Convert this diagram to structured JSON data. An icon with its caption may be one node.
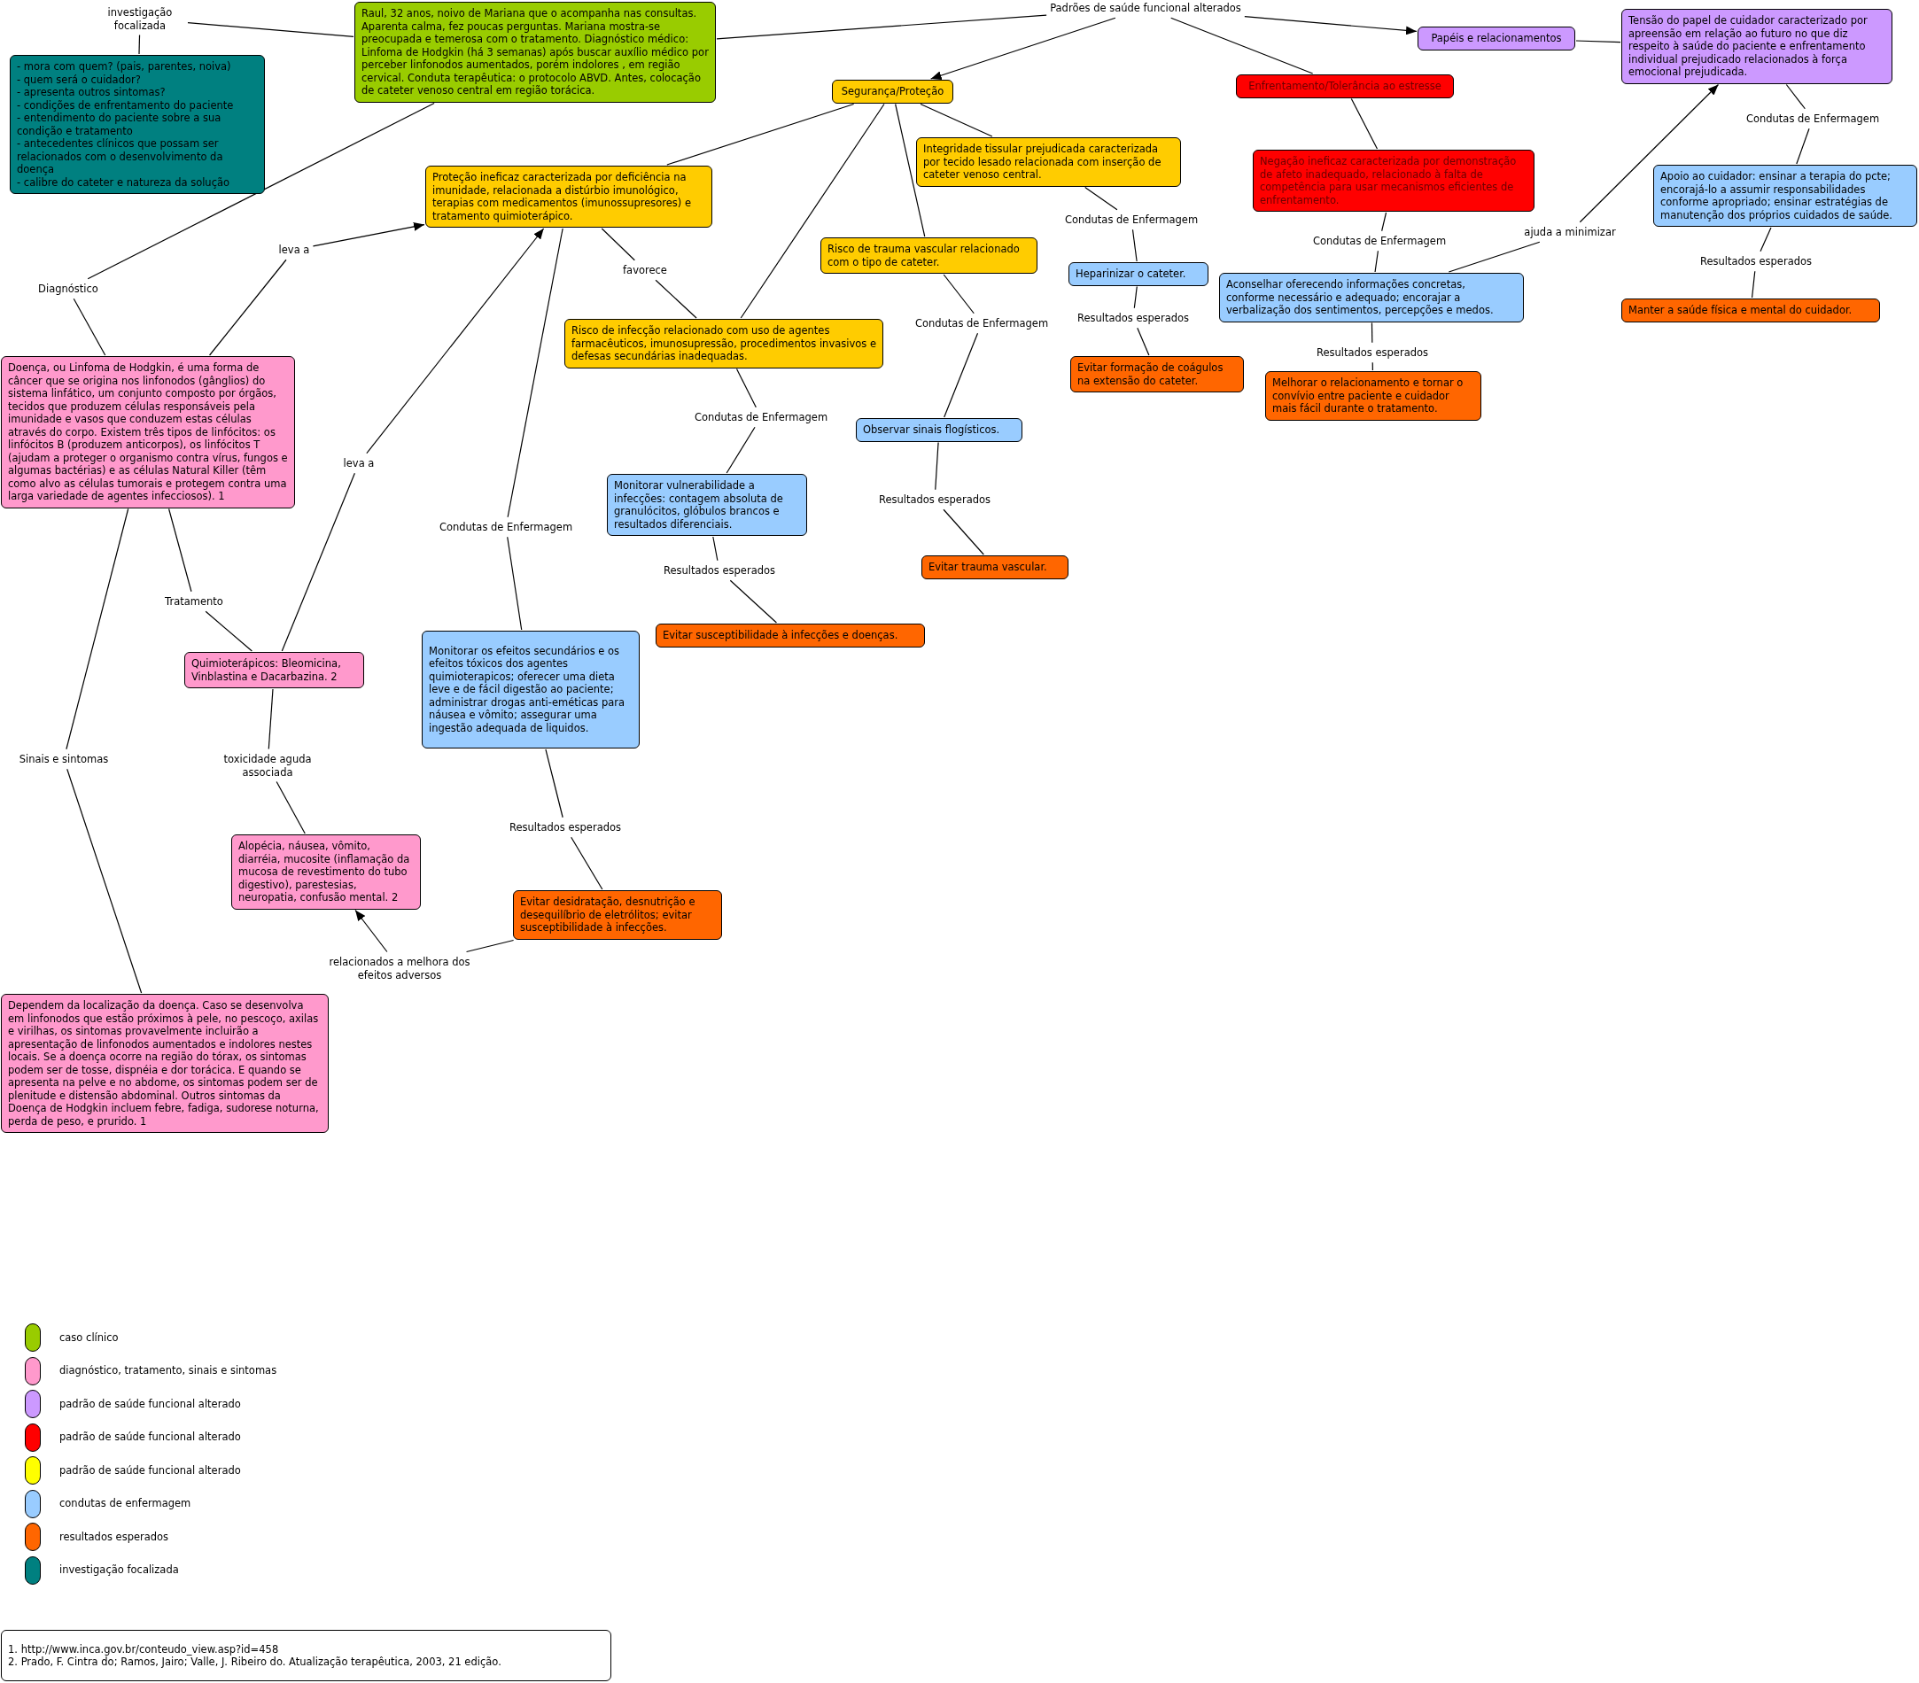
{
  "diagram": {
    "nodes": [
      {
        "text": [
          "investigação focalizada"
        ]
      },
      {
        "text": [
          "Raul, 32 anos, noivo de Mariana que o acompanha nas consultas. Aparenta calma, fez poucas perguntas. Mariana mostra-se preocupada e temerosa com o tratamento. Diagnóstico médico: Linfoma de Hodgkin (há 3 semanas) após buscar auxílio médico por perceber linfonodos aumentados, porém indolores , em região cervical. Conduta terapêutica: o protocolo ABVD. Antes, colocação de cateter venoso central em região torácica."
        ]
      },
      {
        "text": [
          "Padrões de saúde funcional alterados"
        ]
      },
      {
        "text": [
          "Papéis e relacionamentos"
        ]
      },
      {
        "text": [
          "Tensão do papel de cuidador caracterizado por apreensão em relação ao futuro no que diz respeito à saúde do paciente e enfrentamento individual prejudicado relacionados à força emocional prejudicada."
        ]
      },
      {
        "text": [
          "- mora com quem? (pais, parentes, noiva)",
          "- quem será o cuidador?",
          "- apresenta outros sintomas?",
          "- condições de enfrentamento do paciente",
          "- entendimento do paciente sobre a sua condição e tratamento",
          "- antecedentes clínicos que possam ser relacionados com o desenvolvimento da doença",
          "- calibre do cateter e natureza da solução"
        ]
      },
      {
        "text": [
          "Segurança/Proteção"
        ]
      },
      {
        "text": [
          "Enfrentamento/Tolerância ao estresse"
        ]
      },
      {
        "text": [
          "Condutas de Enfermagem"
        ]
      },
      {
        "text": [
          "Integridade tissular prejudicada caracterizada por tecido lesado relacionada com inserção de cateter venoso central."
        ]
      },
      {
        "text": [
          "Negação ineficaz caracterizada por demonstração de afeto inadequado, relacionado à falta de competência para usar mecanismos eficientes de enfrentamento."
        ]
      },
      {
        "text": [
          "Proteção ineficaz caracterizada por deficiência na imunidade, relacionada a distúrbio imunológico, terapias com medicamentos (imunossupresores) e tratamento quimioterápico."
        ]
      },
      {
        "text": [
          "Apoio ao cuidador: ensinar a terapia do pcte; encorajá-lo a assumir responsabilidades conforme apropriado; ensinar estratégias de manutenção dos próprios cuidados de saúde."
        ]
      },
      {
        "text": [
          "Condutas de Enfermagem"
        ]
      },
      {
        "text": [
          "ajuda a minimizar"
        ]
      },
      {
        "text": [
          "Risco de trauma vascular relacionado com o tipo de cateter."
        ]
      },
      {
        "text": [
          "Condutas de Enfermagem"
        ]
      },
      {
        "text": [
          "leva a"
        ]
      },
      {
        "text": [
          "Resultados esperados"
        ]
      },
      {
        "text": [
          "Heparinizar o cateter."
        ]
      },
      {
        "text": [
          "favorece"
        ]
      },
      {
        "text": [
          "Aconselhar oferecendo informações concretas, conforme necessário e adequado; encorajar a verbalização dos sentimentos, percepções e medos."
        ]
      },
      {
        "text": [
          "Diagnóstico"
        ]
      },
      {
        "text": [
          "Manter a saúde física e mental do cuidador."
        ]
      },
      {
        "text": [
          "Risco de infecção relacionado com uso de agentes farmacêuticos, imunosupressão, procedimentos invasivos e defesas secundárias inadequadas."
        ]
      },
      {
        "text": [
          "Resultados esperados"
        ]
      },
      {
        "text": [
          "Condutas de Enfermagem"
        ]
      },
      {
        "text": [
          "Resultados esperados"
        ]
      },
      {
        "text": [
          "Doença, ou Linfoma de Hodgkin, é uma forma de câncer que se origina nos linfonodos (gânglios) do sistema linfático, um conjunto composto por órgãos, tecidos que produzem células responsáveis pela imunidade e vasos que conduzem estas células através do corpo. Existem três tipos de linfócitos: os linfócitos B (produzem anticorpos), os linfócitos T (ajudam a proteger o organismo contra vírus, fungos e algumas bactérias) e as células Natural Killer (têm como alvo as células tumorais e protegem contra uma larga variedade de agentes infecciosos). 1"
        ]
      },
      {
        "text": [
          "Evitar formação de coágulos na extensão do cateter."
        ]
      },
      {
        "text": [
          "Melhorar o relacionamento e tornar o convívio entre paciente e cuidador mais fácil durante o tratamento."
        ]
      },
      {
        "text": [
          "Condutas de Enfermagem"
        ]
      },
      {
        "text": [
          "Observar sinais flogísticos."
        ]
      },
      {
        "text": [
          "leva a"
        ]
      },
      {
        "text": [
          "Monitorar vulnerabilidade a infecções: contagem absoluta de granulócitos, glóbulos brancos e resultados diferenciais."
        ]
      },
      {
        "text": [
          "Resultados esperados"
        ]
      },
      {
        "text": [
          "Condutas de Enfermagem"
        ]
      },
      {
        "text": [
          "Evitar trauma vascular."
        ]
      },
      {
        "text": [
          "Resultados esperados"
        ]
      },
      {
        "text": [
          "Tratamento"
        ]
      },
      {
        "text": [
          "Evitar susceptibilidade à infecções e doenças."
        ]
      },
      {
        "text": [
          "Monitorar os efeitos secundários e os efeitos tóxicos dos agentes quimioterapicos; oferecer uma dieta leve e de fácil digestão ao paciente; administrar drogas anti-eméticas para náusea e vômito; assegurar uma ingestão adequada de liquidos."
        ]
      },
      {
        "text": [
          "Quimioterápicos: Bleomicina, Vinblastina e Dacarbazina. 2"
        ]
      },
      {
        "text": [
          "Sinais e sintomas"
        ]
      },
      {
        "text": [
          "toxicidade aguda associada"
        ]
      },
      {
        "text": [
          "Resultados esperados"
        ]
      },
      {
        "text": [
          "Alopécia, náusea, vômito, diarréia, mucosite (inflamação da mucosa de revestimento do tubo digestivo), parestesias, neuropatia, confusão mental. 2"
        ]
      },
      {
        "text": [
          "Evitar desidratação, desnutrição e desequilíbrio de eletrólitos; evitar susceptibilidade à infecções."
        ]
      },
      {
        "text": [
          "relacionados a melhora dos efeitos adversos"
        ]
      },
      {
        "text": [
          "Dependem da localização da doença. Caso se desenvolva em linfonodos que estão próximos à pele, no pescoço, axilas e virilhas, os sintomas provavelmente incluirão a apresentação de linfonodos aumentados e indolores nestes locais. Se a doença ocorre na região do tórax, os sintomas podem ser de tosse, dispnéia e dor torácica. E quando se apresenta na pelve e no abdome, os sintomas podem ser de plenitude e distensão abdominal. Outros sintomas da Doença de Hodgkin incluem febre, fadiga, sudorese noturna, perda de peso, e prurido. 1"
        ]
      },
      {
        "text": [
          "1. http://www.inca.gov.br/conteudo_view.asp?id=458",
          "2. Prado, F. Cintra do; Ramos, Jairo; Valle, J. Ribeiro do. Atualização terapêutica, 2003, 21 edição."
        ]
      }
    ],
    "edges": [
      {
        "from": 1,
        "to": 0,
        "arrow": "none"
      },
      {
        "from": 0,
        "to": 5,
        "arrow": "none"
      },
      {
        "from": 1,
        "to": 2,
        "arrow": "none"
      },
      {
        "from": 2,
        "to": 6,
        "arrow": "to"
      },
      {
        "from": 2,
        "to": 7,
        "arrow": "none"
      },
      {
        "from": 2,
        "to": 3,
        "arrow": "to"
      },
      {
        "from": 3,
        "to": 4,
        "arrow": "none"
      },
      {
        "from": 4,
        "to": 8,
        "arrow": "none"
      },
      {
        "from": 8,
        "to": 12,
        "arrow": "none"
      },
      {
        "from": 12,
        "to": 18,
        "arrow": "none"
      },
      {
        "from": 18,
        "to": 23,
        "arrow": "none"
      },
      {
        "from": 7,
        "to": 10,
        "arrow": "none"
      },
      {
        "from": 10,
        "to": 16,
        "arrow": "none"
      },
      {
        "from": 16,
        "to": 21,
        "arrow": "none"
      },
      {
        "from": 21,
        "to": 14,
        "arrow": "none"
      },
      {
        "from": 14,
        "to": 4,
        "arrow": "to"
      },
      {
        "from": 21,
        "to": 27,
        "arrow": "none"
      },
      {
        "from": 27,
        "to": 30,
        "arrow": "none"
      },
      {
        "from": 6,
        "to": 11,
        "arrow": "none"
      },
      {
        "from": 6,
        "to": 24,
        "arrow": "none"
      },
      {
        "from": 6,
        "to": 15,
        "arrow": "none"
      },
      {
        "from": 6,
        "to": 9,
        "arrow": "none"
      },
      {
        "from": 9,
        "to": 13,
        "arrow": "none"
      },
      {
        "from": 13,
        "to": 19,
        "arrow": "none"
      },
      {
        "from": 19,
        "to": 25,
        "arrow": "none"
      },
      {
        "from": 25,
        "to": 29,
        "arrow": "none"
      },
      {
        "from": 15,
        "to": 26,
        "arrow": "none"
      },
      {
        "from": 26,
        "to": 32,
        "arrow": "none"
      },
      {
        "from": 32,
        "to": 35,
        "arrow": "none"
      },
      {
        "from": 35,
        "to": 37,
        "arrow": "none"
      },
      {
        "from": 11,
        "to": 20,
        "arrow": "none"
      },
      {
        "from": 20,
        "to": 24,
        "arrow": "none"
      },
      {
        "from": 24,
        "to": 31,
        "arrow": "none"
      },
      {
        "from": 31,
        "to": 34,
        "arrow": "none"
      },
      {
        "from": 34,
        "to": 38,
        "arrow": "none"
      },
      {
        "from": 38,
        "to": 40,
        "arrow": "none"
      },
      {
        "from": 11,
        "to": 36,
        "arrow": "none"
      },
      {
        "from": 36,
        "to": 41,
        "arrow": "none"
      },
      {
        "from": 41,
        "to": 45,
        "arrow": "none"
      },
      {
        "from": 45,
        "to": 47,
        "arrow": "none"
      },
      {
        "from": 47,
        "to": 48,
        "arrow": "none"
      },
      {
        "from": 48,
        "to": 46,
        "arrow": "to"
      },
      {
        "from": 1,
        "to": 22,
        "arrow": "none"
      },
      {
        "from": 22,
        "to": 28,
        "arrow": "none"
      },
      {
        "from": 28,
        "to": 17,
        "arrow": "none"
      },
      {
        "from": 17,
        "to": 11,
        "arrow": "to"
      },
      {
        "from": 28,
        "to": 39,
        "arrow": "none"
      },
      {
        "from": 39,
        "to": 42,
        "arrow": "none"
      },
      {
        "from": 28,
        "to": 43,
        "arrow": "none"
      },
      {
        "from": 43,
        "to": 49,
        "arrow": "none"
      },
      {
        "from": 42,
        "to": 33,
        "arrow": "none"
      },
      {
        "from": 33,
        "to": 11,
        "arrow": "to"
      },
      {
        "from": 42,
        "to": 44,
        "arrow": "none"
      },
      {
        "from": 44,
        "to": 46,
        "arrow": "none"
      }
    ],
    "legend": [
      {
        "text": "caso clínico",
        "color": "#99cc00"
      },
      {
        "text": "diagnóstico, tratamento, sinais e sintomas",
        "color": "#ff99cc"
      },
      {
        "text": "padrão de saúde funcional alterado",
        "color": "#cc99ff"
      },
      {
        "text": "padrão de saúde funcional alterado",
        "color": "#ff0000"
      },
      {
        "text": "padrão de saúde funcional alterado",
        "color": "#ffff00"
      },
      {
        "text": "condutas de enfermagem",
        "color": "#99ccff"
      },
      {
        "text": "resultados esperados",
        "color": "#ff6600"
      },
      {
        "text": "investigação focalizada",
        "color": "#008080"
      }
    ]
  }
}
